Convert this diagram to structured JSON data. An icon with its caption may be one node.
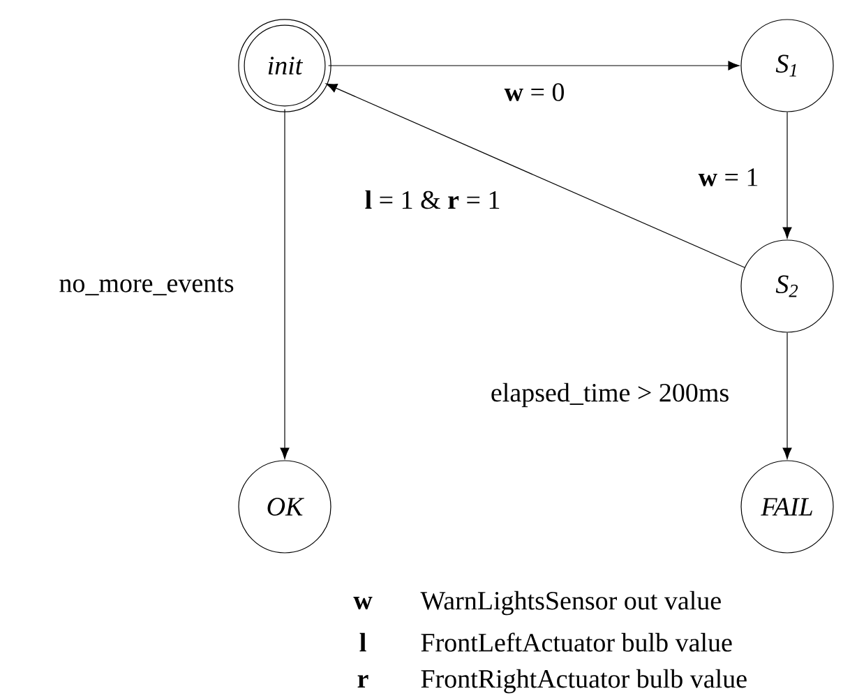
{
  "diagram": {
    "nodes": [
      {
        "text": [
          "init"
        ]
      },
      {
        "text": [
          "S$_{1}$"
        ]
      },
      {
        "text": [
          "S$_{2}$"
        ]
      },
      {
        "text": [
          "OK"
        ]
      },
      {
        "text": [
          "FAIL"
        ]
      }
    ],
    "edges": [
      {
        "from": 0,
        "to": 1,
        "arrow": "to",
        "label": "**w** = 0"
      },
      {
        "from": 1,
        "to": 2,
        "arrow": "to",
        "label": "**w** = 1"
      },
      {
        "from": 2,
        "to": 0,
        "arrow": "to",
        "label": "**l** = 1 & **r** = 1"
      },
      {
        "from": 0,
        "to": 3,
        "arrow": "to",
        "label": "no_more_events"
      },
      {
        "from": 2,
        "to": 4,
        "arrow": "to",
        "label": "elapsed_time > 200ms"
      }
    ],
    "labels": [
      "w",
      "WarnLightsSensor out value",
      "l",
      "FrontLeftActuator bulb value",
      "r",
      "FrontRightActuator bulb value"
    ]
  }
}
